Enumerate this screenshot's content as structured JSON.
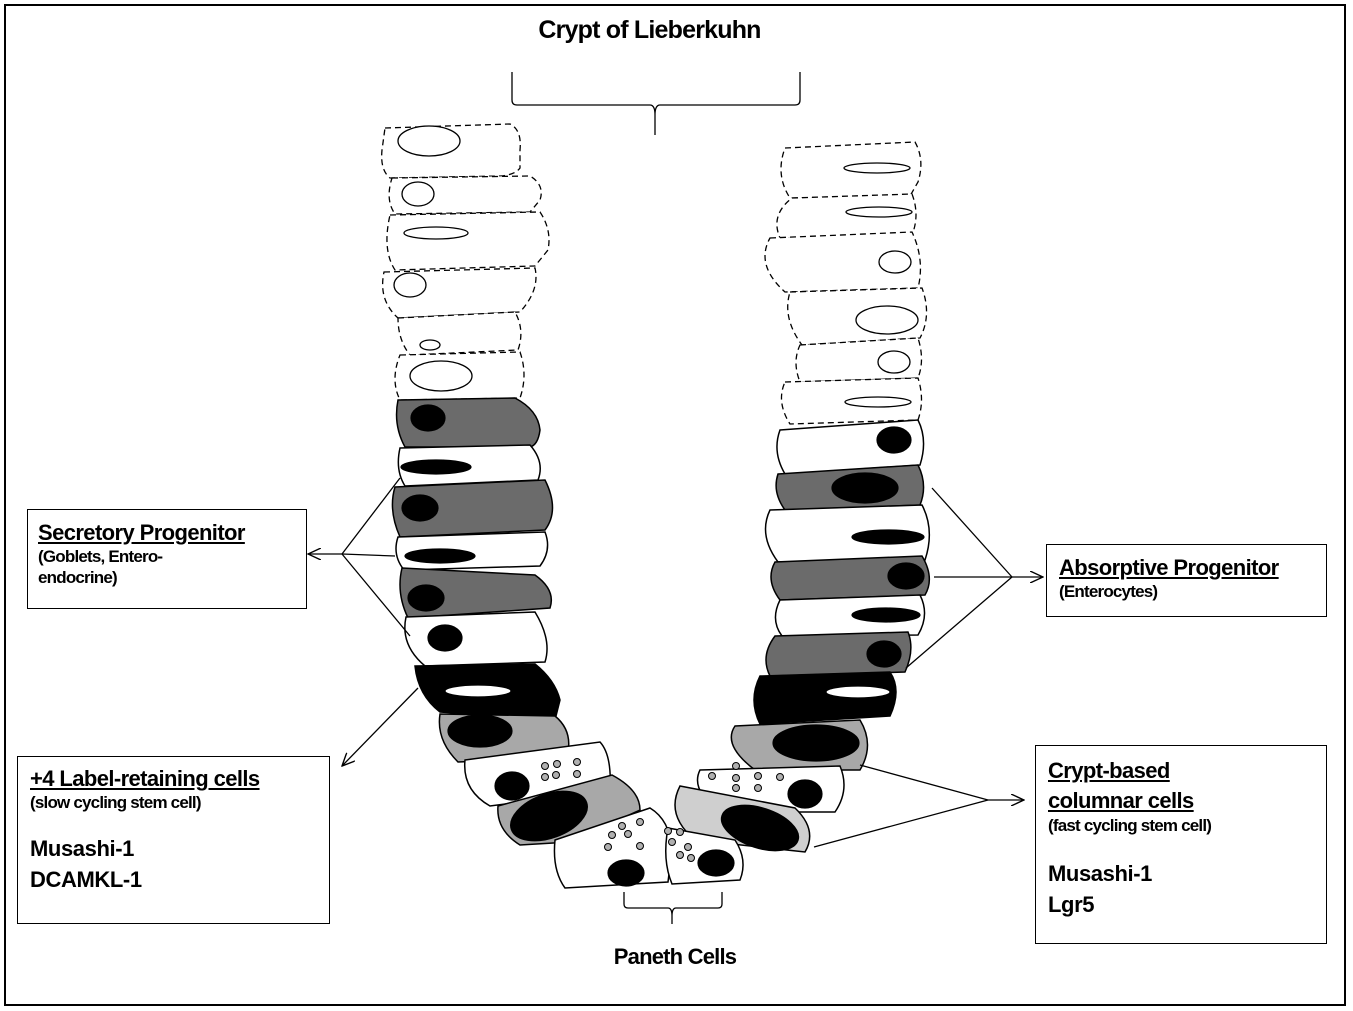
{
  "title": "Crypt of Lieberkuhn",
  "bottom_label": "Paneth Cells",
  "secretory": {
    "heading": "Secretory Progenitor",
    "sub_lines": [
      "(Goblets, Entero-",
      "endocrine)"
    ]
  },
  "absorptive": {
    "heading": "Absorptive Progenitor",
    "sub": "(Enterocytes)"
  },
  "label_retaining": {
    "heading": "+4 Label-retaining cells",
    "sub": "(slow cycling stem cell)",
    "markers": [
      "Musashi-1",
      "DCAMKL-1"
    ]
  },
  "crypt_based": {
    "heading_lines": [
      "Crypt-based",
      "columnar cells"
    ],
    "sub": "(fast  cycling stem cell)",
    "markers": [
      "Musashi-1",
      "Lgr5"
    ]
  },
  "colors": {
    "dark_gray": "#6b6b6b",
    "light_gray": "#a8a8a8",
    "lighter_gray": "#cfcfcf",
    "black": "#000000",
    "white": "#ffffff"
  }
}
